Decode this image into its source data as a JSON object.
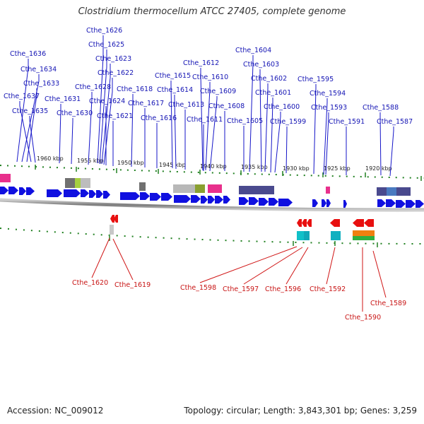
{
  "title": "Clostridium thermocellum ATCC 27405, complete genome",
  "footer": {
    "accession": "Accession: NC_009012",
    "topology": "Topology: circular; Length: 3,843,301 bp; Genes: 3,259"
  },
  "scale": {
    "labels": [
      "1960 kbp",
      "1955 kbp",
      "1950 kbp",
      "1945 kbp",
      "1940 kbp",
      "1935 kbp",
      "1930 kbp",
      "1925 kbp",
      "1920 kbp"
    ]
  },
  "top_genes": [
    "Cthe_1626",
    "Cthe_1625",
    "Cthe_1623",
    "Cthe_1622",
    "Cthe_1636",
    "Cthe_1634",
    "Cthe_1633",
    "Cthe_1637",
    "Cthe_1635",
    "Cthe_1631",
    "Cthe_1630",
    "Cthe_1628",
    "Cthe_1624",
    "Cthe_1621",
    "Cthe_1618",
    "Cthe_1617",
    "Cthe_1616",
    "Cthe_1615",
    "Cthe_1614",
    "Cthe_1613",
    "Cthe_1612",
    "Cthe_1610",
    "Cthe_1609",
    "Cthe_1608",
    "Cthe_1611",
    "Cthe_1604",
    "Cthe_1603",
    "Cthe_1602",
    "Cthe_1601",
    "Cthe_1600",
    "Cthe_1605",
    "Cthe_1599",
    "Cthe_1595",
    "Cthe_1594",
    "Cthe_1593",
    "Cthe_1591",
    "Cthe_1588",
    "Cthe_1587"
  ],
  "bottom_genes": [
    "Cthe_1620",
    "Cthe_1619",
    "Cthe_1598",
    "Cthe_1597",
    "Cthe_1596",
    "Cthe_1592",
    "Cthe_1589",
    "Cthe_1590"
  ],
  "colors": {
    "forward_gene": "#1010e0",
    "reverse_gene": "#e81010",
    "backbone": "#888888",
    "tick": "#208020",
    "top_label": "#1414b4",
    "bottom_label": "#c81414"
  }
}
